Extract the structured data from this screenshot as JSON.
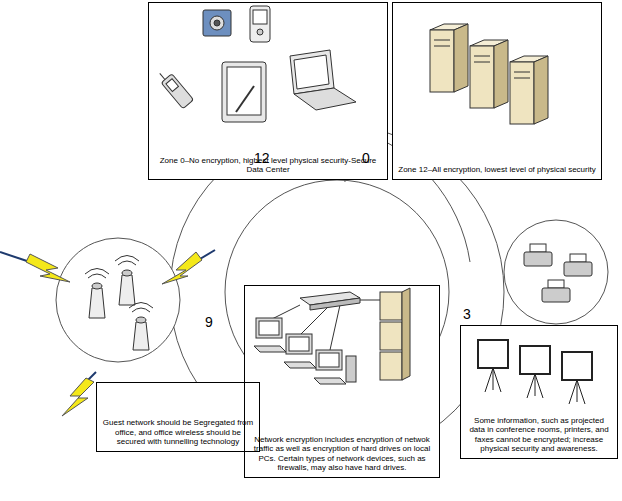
{
  "diagram": {
    "nodes": [
      {
        "text": [
          "Zone 0–No encryption, highest level physical security-Secure Data Center"
        ]
      },
      {
        "text": [
          "Zone 12–All encryption, lowest level of physical security"
        ]
      },
      {
        "text": [
          "Guest network should be Segregated from office, and office wireless should be secured with tunnelling technology"
        ]
      },
      {
        "text": [
          "Network encryption includes encryption of netwok traffic as well as encryption of hard drives on local PCs. Certain types of network devices, such as firewalls, may also have hard drives."
        ]
      },
      {
        "text": [
          "Some information, such as projected data in conference rooms, printers, and faxes cannot be encrypted; increase physical security and awareness."
        ]
      }
    ],
    "edges": [],
    "labels": [
      "12",
      "0",
      "9",
      "3"
    ]
  }
}
